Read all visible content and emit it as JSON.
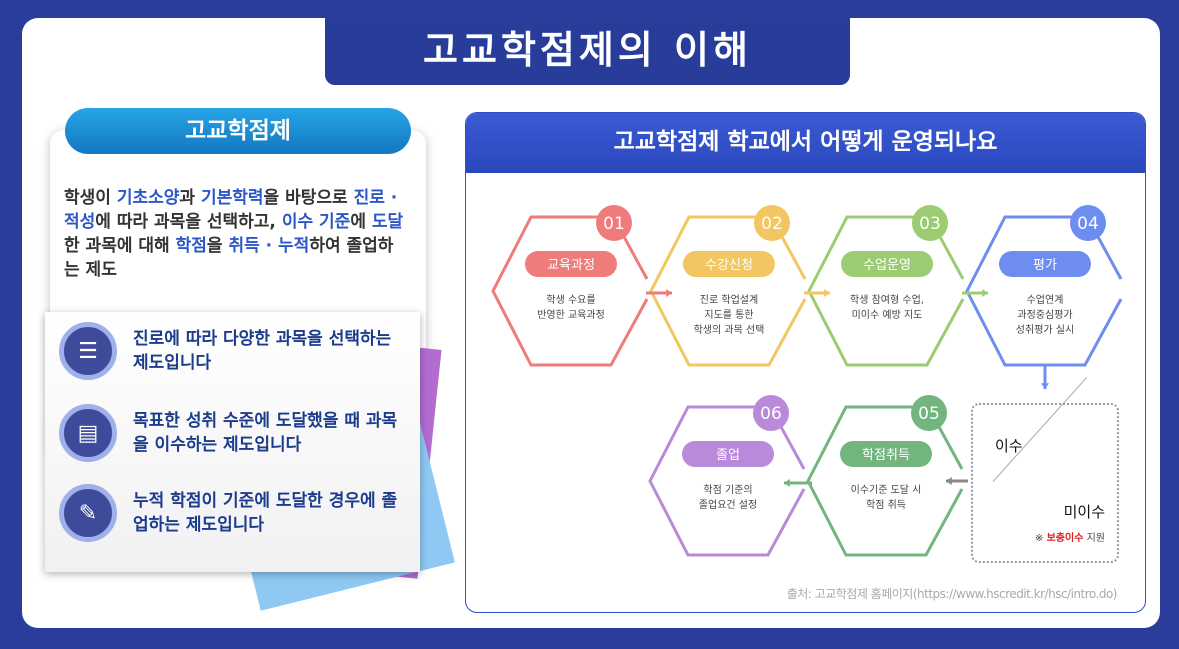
{
  "title": "고교학점제의  이해",
  "left": {
    "pill": "고교학점제",
    "desc": {
      "p1": "학생이 ",
      "h1": "기초소양",
      "p2": "과 ",
      "h2": "기본학력",
      "p3": "을 바탕으로 ",
      "h3": "진로 · 적성",
      "p4": "에 따라 과목을 선택하고, ",
      "h4": "이수 기준",
      "p5": "에 ",
      "h5": "도달",
      "p6": "한 과목에 대해 ",
      "h6": "학점",
      "p7": "을 ",
      "h7": "취득 · 누적",
      "p8": "하여 졸업하는 제도"
    },
    "features": [
      {
        "icon": "server-icon",
        "text": "진로에 따라 다양한 과목을 선택하는 제도입니다"
      },
      {
        "icon": "document-icon",
        "text": "목표한 성취 수준에 도달했을 때 과목을 이수하는 제도입니다"
      },
      {
        "icon": "diploma-icon",
        "text": "누적 학점이 기준에 도달한 경우에 졸업하는 제도입니다"
      }
    ]
  },
  "right": {
    "header": "고교학점제 학교에서 어떻게 운영되나요",
    "steps": [
      {
        "num": "01",
        "label": "교육과정",
        "desc": [
          "학생 수요를",
          "반영한 교육과정"
        ],
        "color": "#ef7b7b"
      },
      {
        "num": "02",
        "label": "수강신청",
        "desc": [
          "진로 학업설계",
          "지도를 통한",
          "학생의 과목 선택"
        ],
        "color": "#f2c661"
      },
      {
        "num": "03",
        "label": "수업운영",
        "desc": [
          "학생 참여형 수업,",
          "미이수 예방 지도"
        ],
        "color": "#9ccc71"
      },
      {
        "num": "04",
        "label": "평가",
        "desc": [
          "수업연계",
          "과정중심평가",
          "성취평가 실시"
        ],
        "color": "#6d8ef0"
      },
      {
        "num": "05",
        "label": "학점취득",
        "desc": [
          "이수기준 도달 시",
          "학점 취득"
        ],
        "color": "#72b57e"
      },
      {
        "num": "06",
        "label": "졸업",
        "desc": [
          "학점 기준의",
          "졸업요건 설정"
        ],
        "color": "#b88ad9"
      }
    ],
    "box": {
      "pass": "이수",
      "fail": "미이수",
      "note_prefix": "※ ",
      "note_hl": "보충이수",
      "note_suffix": " 지원"
    },
    "source": "출처: 고교학점제 홈페이지(https://www.hscredit.kr/hsc/intro.do)"
  }
}
